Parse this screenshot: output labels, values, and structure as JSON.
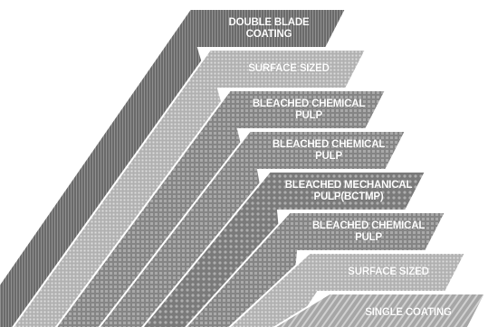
{
  "layers": [
    {
      "label_lines": [
        "DOUBLE BLADE",
        "COATING"
      ],
      "pattern": "vertical-lines",
      "color": "#6a6a6a"
    },
    {
      "label_lines": [
        "SURFACE SIZED"
      ],
      "pattern": "dense-dots",
      "color": "#b5b5b5"
    },
    {
      "label_lines": [
        "BLEACHED CHEMICAL",
        "PULP"
      ],
      "pattern": "grid",
      "color": "#898989"
    },
    {
      "label_lines": [
        "BLEACHED CHEMICAL",
        "PULP"
      ],
      "pattern": "grid",
      "color": "#8c8c8c"
    },
    {
      "label_lines": [
        "BLEACHED MECHANICAL",
        "PULP(BCTMP)"
      ],
      "pattern": "coarse-dots",
      "color": "#7e7e7e"
    },
    {
      "label_lines": [
        "BLEACHED CHEMICAL",
        "PULP"
      ],
      "pattern": "grid",
      "color": "#8c8c8c"
    },
    {
      "label_lines": [
        "SURFACE SIZED"
      ],
      "pattern": "dense-dots",
      "color": "#b8b8b8"
    },
    {
      "label_lines": [
        "SINGLE COATING"
      ],
      "pattern": "diagonal-hatch",
      "color": "#adadad"
    }
  ]
}
